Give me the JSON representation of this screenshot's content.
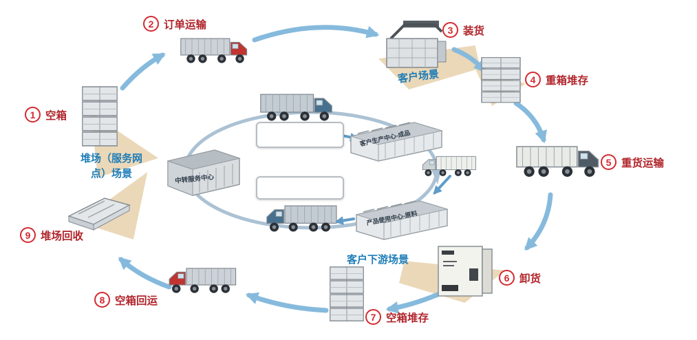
{
  "steps": [
    {
      "num": "1",
      "label": "空箱"
    },
    {
      "num": "2",
      "label": "订单运输"
    },
    {
      "num": "3",
      "label": "装货"
    },
    {
      "num": "4",
      "label": "重箱堆存"
    },
    {
      "num": "5",
      "label": "重货运输"
    },
    {
      "num": "6",
      "label": "卸货"
    },
    {
      "num": "7",
      "label": "空箱堆存"
    },
    {
      "num": "8",
      "label": "空箱回运"
    },
    {
      "num": "9",
      "label": "堆场回收"
    }
  ],
  "scenes": {
    "customer": "客户场景",
    "yard": "堆场（服务网点）场景",
    "downstream": "客户下游场景"
  },
  "center": {
    "hub_label": "中转服务中心",
    "factory_top_label": "客户生产中心-成品",
    "factory_bottom_label": "产品使用中心-原料"
  },
  "icons": [
    "empty-container-stack-icon",
    "order-transport-truck-icon",
    "loading-crane-icon",
    "heavy-container-stack-icon",
    "heavy-cargo-truck-icon",
    "white-container-icon",
    "empty-stack-bottom-icon",
    "empty-return-truck-icon",
    "yard-rack-icon",
    "hub-building-icon",
    "factory-top-icon",
    "factory-bottom-icon",
    "center-truck-right-icon",
    "center-truck-left-icon",
    "white-box-truck-icon"
  ],
  "colors": {
    "step_red": "#d42a30",
    "step_label_red": "#b0252b",
    "scene_blue": "#1e7db8",
    "outer_arrow_blue": "#86badd",
    "inner_arrow_gray": "#abc2d4",
    "beige": "#ead8b8"
  }
}
